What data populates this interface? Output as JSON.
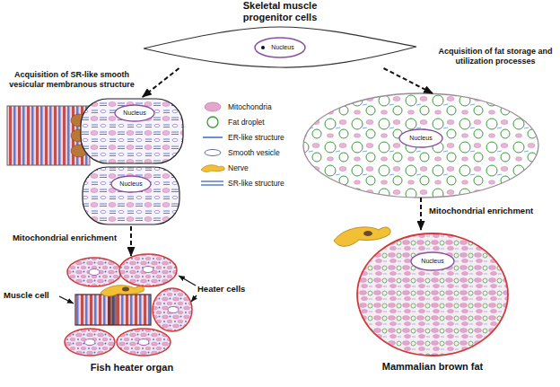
{
  "diagram": {
    "nodes": [
      {
        "text": [
          "Skeletal muscle progenitor cells",
          "Nucleus"
        ]
      },
      {
        "text": [
          "Nucleus"
        ]
      },
      {
        "text": [
          "Nucleus"
        ]
      },
      {
        "text": [
          "Nucleus"
        ]
      },
      {
        "text": [
          "Fish heater organ"
        ]
      },
      {
        "text": [
          "Nucleus",
          "Mammalian brown fat"
        ]
      }
    ],
    "edges": [
      {
        "from": 0,
        "to": 1,
        "arrow": "to",
        "label": "Acquisition of SR-like smooth vesicular membranous structure"
      },
      {
        "from": 0,
        "to": 3,
        "arrow": "to",
        "label": "Acquisition of fat storage and utilization processes"
      },
      {
        "from": 2,
        "to": 4,
        "arrow": "to",
        "label": "Mitochondrial enrichment"
      },
      {
        "from": 3,
        "to": 5,
        "arrow": "to",
        "label": "Mitochondrial enrichment"
      }
    ],
    "labels": [
      "Muscle cell",
      "Heater cells"
    ],
    "legend": [
      {
        "text": "Mitochondria"
      },
      {
        "text": "Fat droplet"
      },
      {
        "text": "ER-like structure"
      },
      {
        "text": "Smooth vesicle"
      },
      {
        "text": "Nerve"
      },
      {
        "text": "SR-like structure"
      }
    ]
  }
}
